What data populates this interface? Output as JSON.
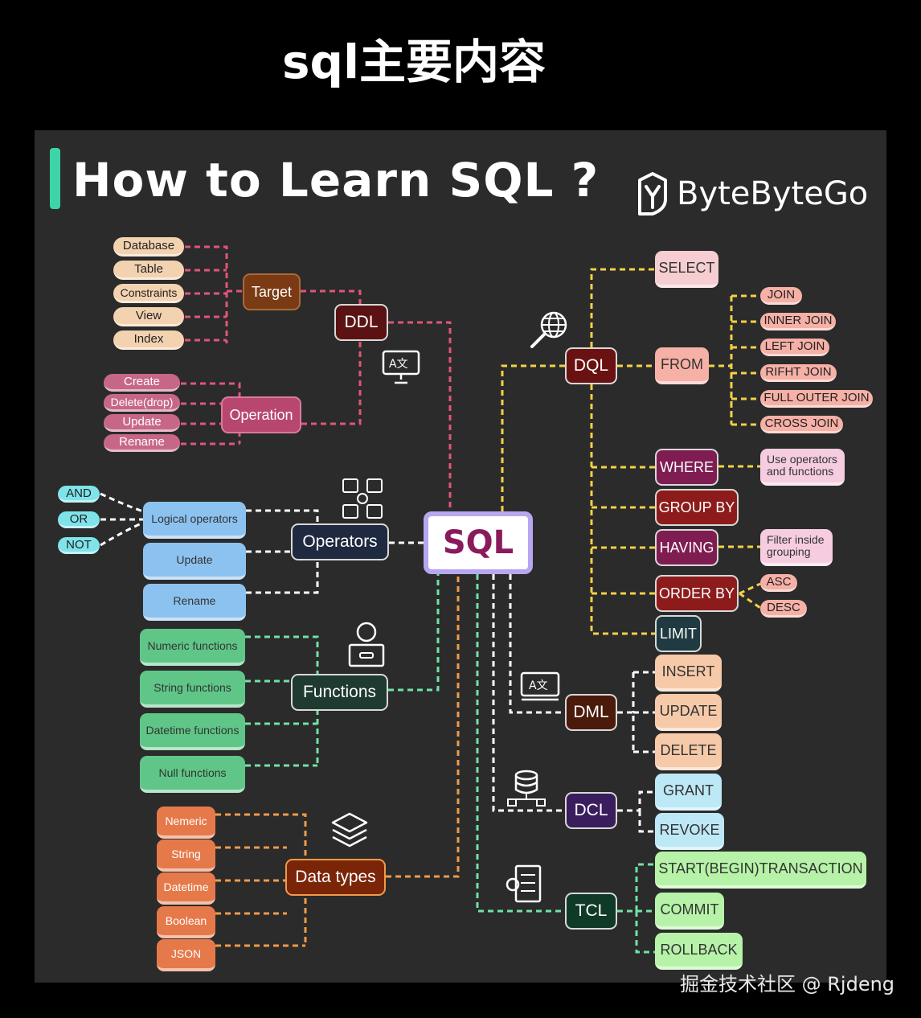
{
  "header": "sql主要内容",
  "title": "How to Learn SQL ?",
  "brand": "ByteByteGo",
  "watermark": "掘金技术社区 @ Rjdeng",
  "center": "SQL",
  "ddl": {
    "label": "DDL",
    "target": {
      "label": "Target",
      "items": [
        "Database",
        "Table",
        "Constraints",
        "View",
        "Index"
      ]
    },
    "operation": {
      "label": "Operation",
      "items": [
        "Create",
        "Delete(drop)",
        "Update",
        "Rename"
      ]
    }
  },
  "operators": {
    "label": "Operators",
    "logical": "Logical operators",
    "logical_items": [
      "AND",
      "OR",
      "NOT"
    ],
    "update": "Update",
    "rename": "Rename"
  },
  "functions": {
    "label": "Functions",
    "items": [
      "Numeric functions",
      "String functions",
      "Datetime functions",
      "Null functions"
    ]
  },
  "data_types": {
    "label": "Data types",
    "items": [
      "Nemeric",
      "String",
      "Datetime",
      "Boolean",
      "JSON"
    ]
  },
  "dql": {
    "label": "DQL",
    "select": "SELECT",
    "from": "FROM",
    "joins": [
      "JOIN",
      "INNER JOIN",
      "LEFT JOIN",
      "RIFHT JOIN",
      "FULL OUTER JOIN",
      "CROSS JOIN"
    ],
    "where": "WHERE",
    "where_note": "Use operators and functions",
    "group_by": "GROUP BY",
    "having": "HAVING",
    "having_note": "Filter inside grouping",
    "order_by": "ORDER BY",
    "order_items": [
      "ASC",
      "DESC"
    ],
    "limit": "LIMIT"
  },
  "dml": {
    "label": "DML",
    "items": [
      "INSERT",
      "UPDATE",
      "DELETE"
    ]
  },
  "dcl": {
    "label": "DCL",
    "items": [
      "GRANT",
      "REVOKE"
    ]
  },
  "tcl": {
    "label": "TCL",
    "items": [
      "START(BEGIN)TRANSACTION",
      "COMMIT",
      "ROLLBACK"
    ]
  },
  "colors": {
    "ddl": "#e2557a",
    "target_pill": "#f3d2b0",
    "operation_pill": "#c76787",
    "operators": "#ffffff",
    "op_light": "#8cc2ef",
    "logic_pill": "#7fe3ea",
    "functions": "#6fe3a4",
    "func_box": "#5fc688",
    "datatypes": "#f19a4a",
    "dt_box": "#e6794a",
    "dql": "#f4d046",
    "dql_light": "#f6b0a6",
    "dql_purple": "#7f1d53",
    "dql_maroon": "#8e1b1b",
    "dml": "#f6c9a8",
    "dcl": "#bde8f6",
    "tcl": "#b6f3a8"
  }
}
